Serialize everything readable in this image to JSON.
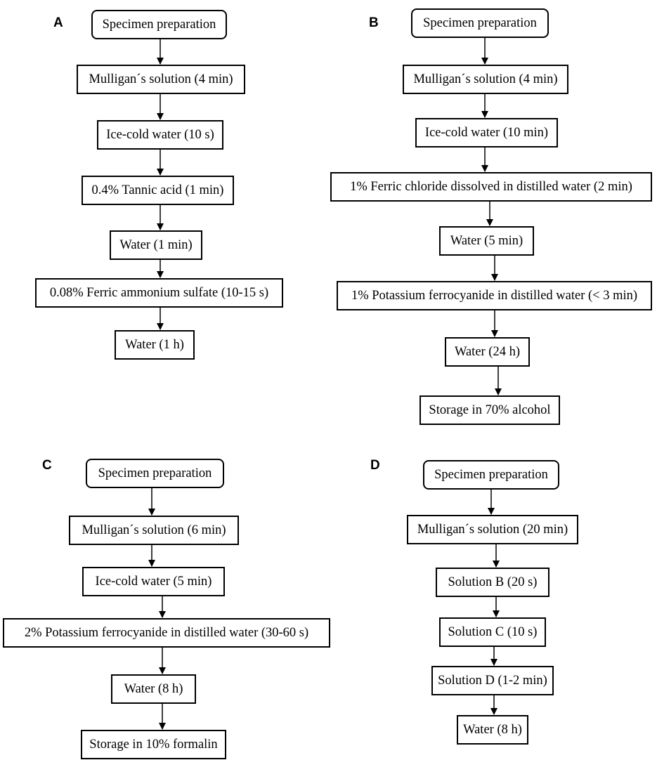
{
  "panels": [
    {
      "letter": "A",
      "steps": [
        "Specimen preparation",
        "Mulligan´s solution (4 min)",
        "Ice-cold water (10 s)",
        "0.4% Tannic acid (1 min)",
        "Water (1 min)",
        "0.08% Ferric ammonium sulfate (10-15 s)",
        "Water (1 h)"
      ]
    },
    {
      "letter": "B",
      "steps": [
        "Specimen preparation",
        "Mulligan´s solution (4 min)",
        "Ice-cold water (10 min)",
        "1% Ferric chloride dissolved in distilled water (2 min)",
        "Water (5 min)",
        "1% Potassium ferrocyanide in distilled water (< 3 min)",
        "Water (24 h)",
        "Storage in 70% alcohol"
      ]
    },
    {
      "letter": "C",
      "steps": [
        "Specimen preparation",
        "Mulligan´s solution (6 min)",
        "Ice-cold water (5 min)",
        "2% Potassium ferrocyanide in distilled water (30-60 s)",
        "Water (8 h)",
        "Storage in 10% formalin"
      ]
    },
    {
      "letter": "D",
      "steps": [
        "Specimen preparation",
        "Mulligan´s solution (20 min)",
        "Solution B (20 s)",
        "Solution C (10 s)",
        "Solution D (1-2 min)",
        "Water (8 h)"
      ]
    }
  ]
}
